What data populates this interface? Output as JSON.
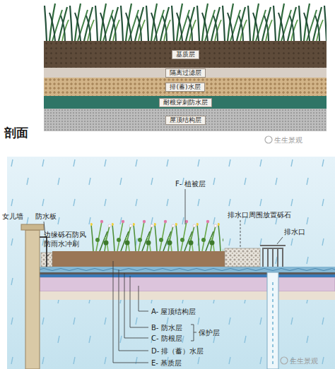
{
  "diagram": {
    "nodes": [
      {
        "text": [
          "基质层"
        ]
      },
      {
        "text": [
          "隔离过滤层"
        ]
      },
      {
        "text": [
          "排(蓄)水层"
        ]
      },
      {
        "text": [
          "耐根穿刺防水层"
        ]
      },
      {
        "text": [
          "屋顶结构层"
        ]
      }
    ],
    "labels": [
      "剖面",
      "生生景观",
      "女儿墙",
      "防水板",
      "边缘砾石防风 防雨水冲刷",
      "F- 植被层",
      "排水口周围放置砾石",
      "排水口",
      "A- 屋顶结构层",
      "B- 防水层",
      "C- 防根层",
      "保护层",
      "D- 排（蓄）水层",
      "E- 基质层",
      "生生景观"
    ]
  }
}
